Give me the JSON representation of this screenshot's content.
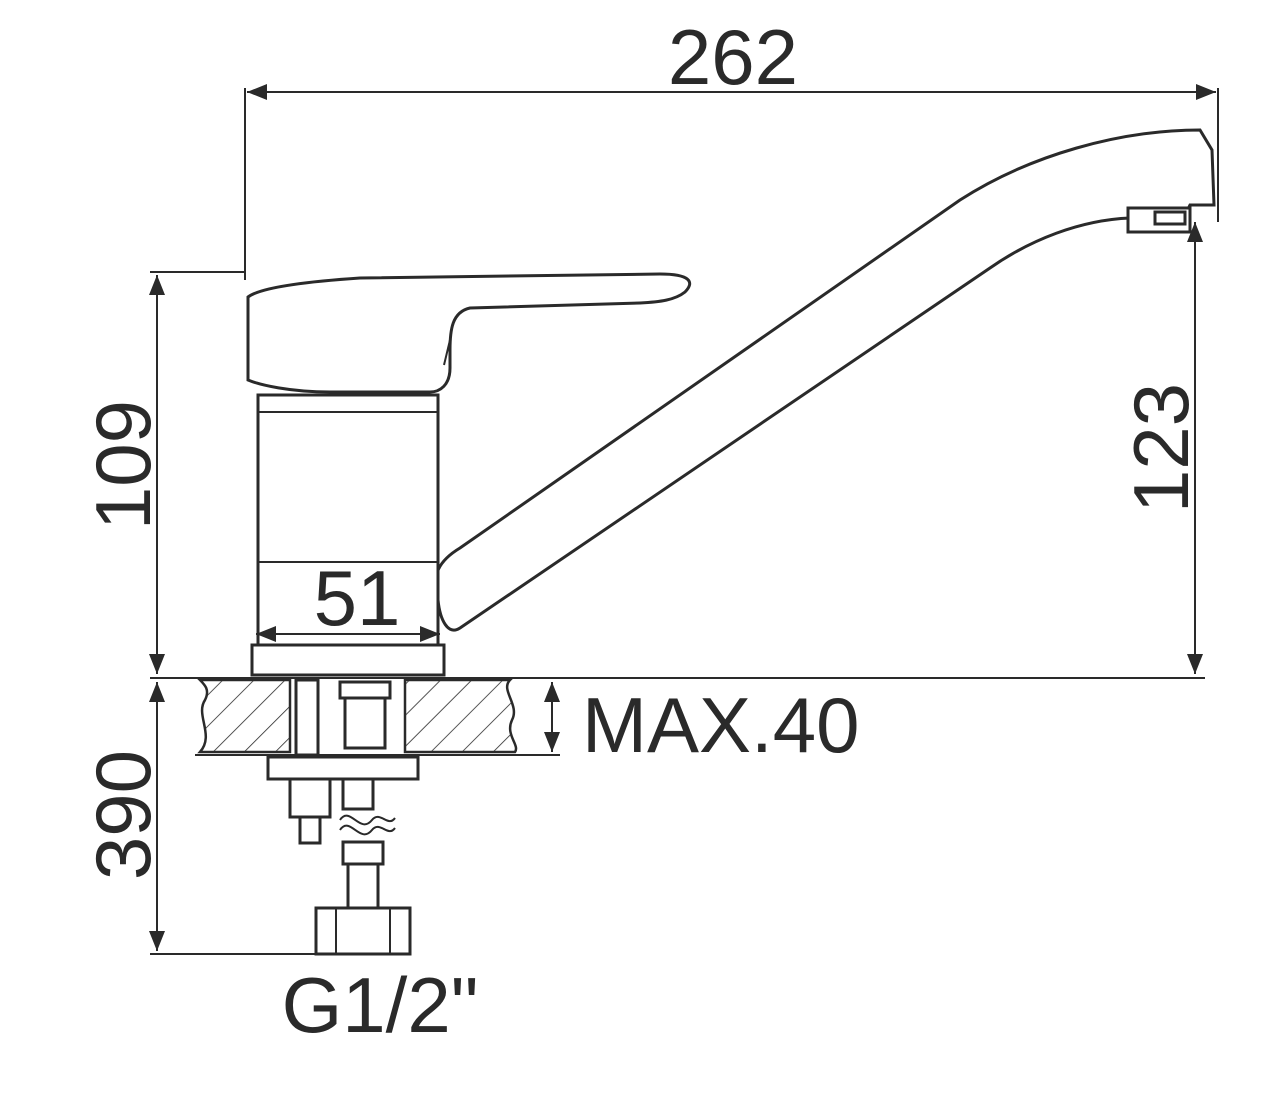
{
  "drawing": {
    "dimensions": {
      "overall_length": "262",
      "body_height": "109",
      "spout_height": "123",
      "base_diameter": "51",
      "counter_thickness": "MAX.40",
      "hose_length": "390",
      "thread": "G1/2\""
    },
    "line_color": "#2a2a2a"
  }
}
